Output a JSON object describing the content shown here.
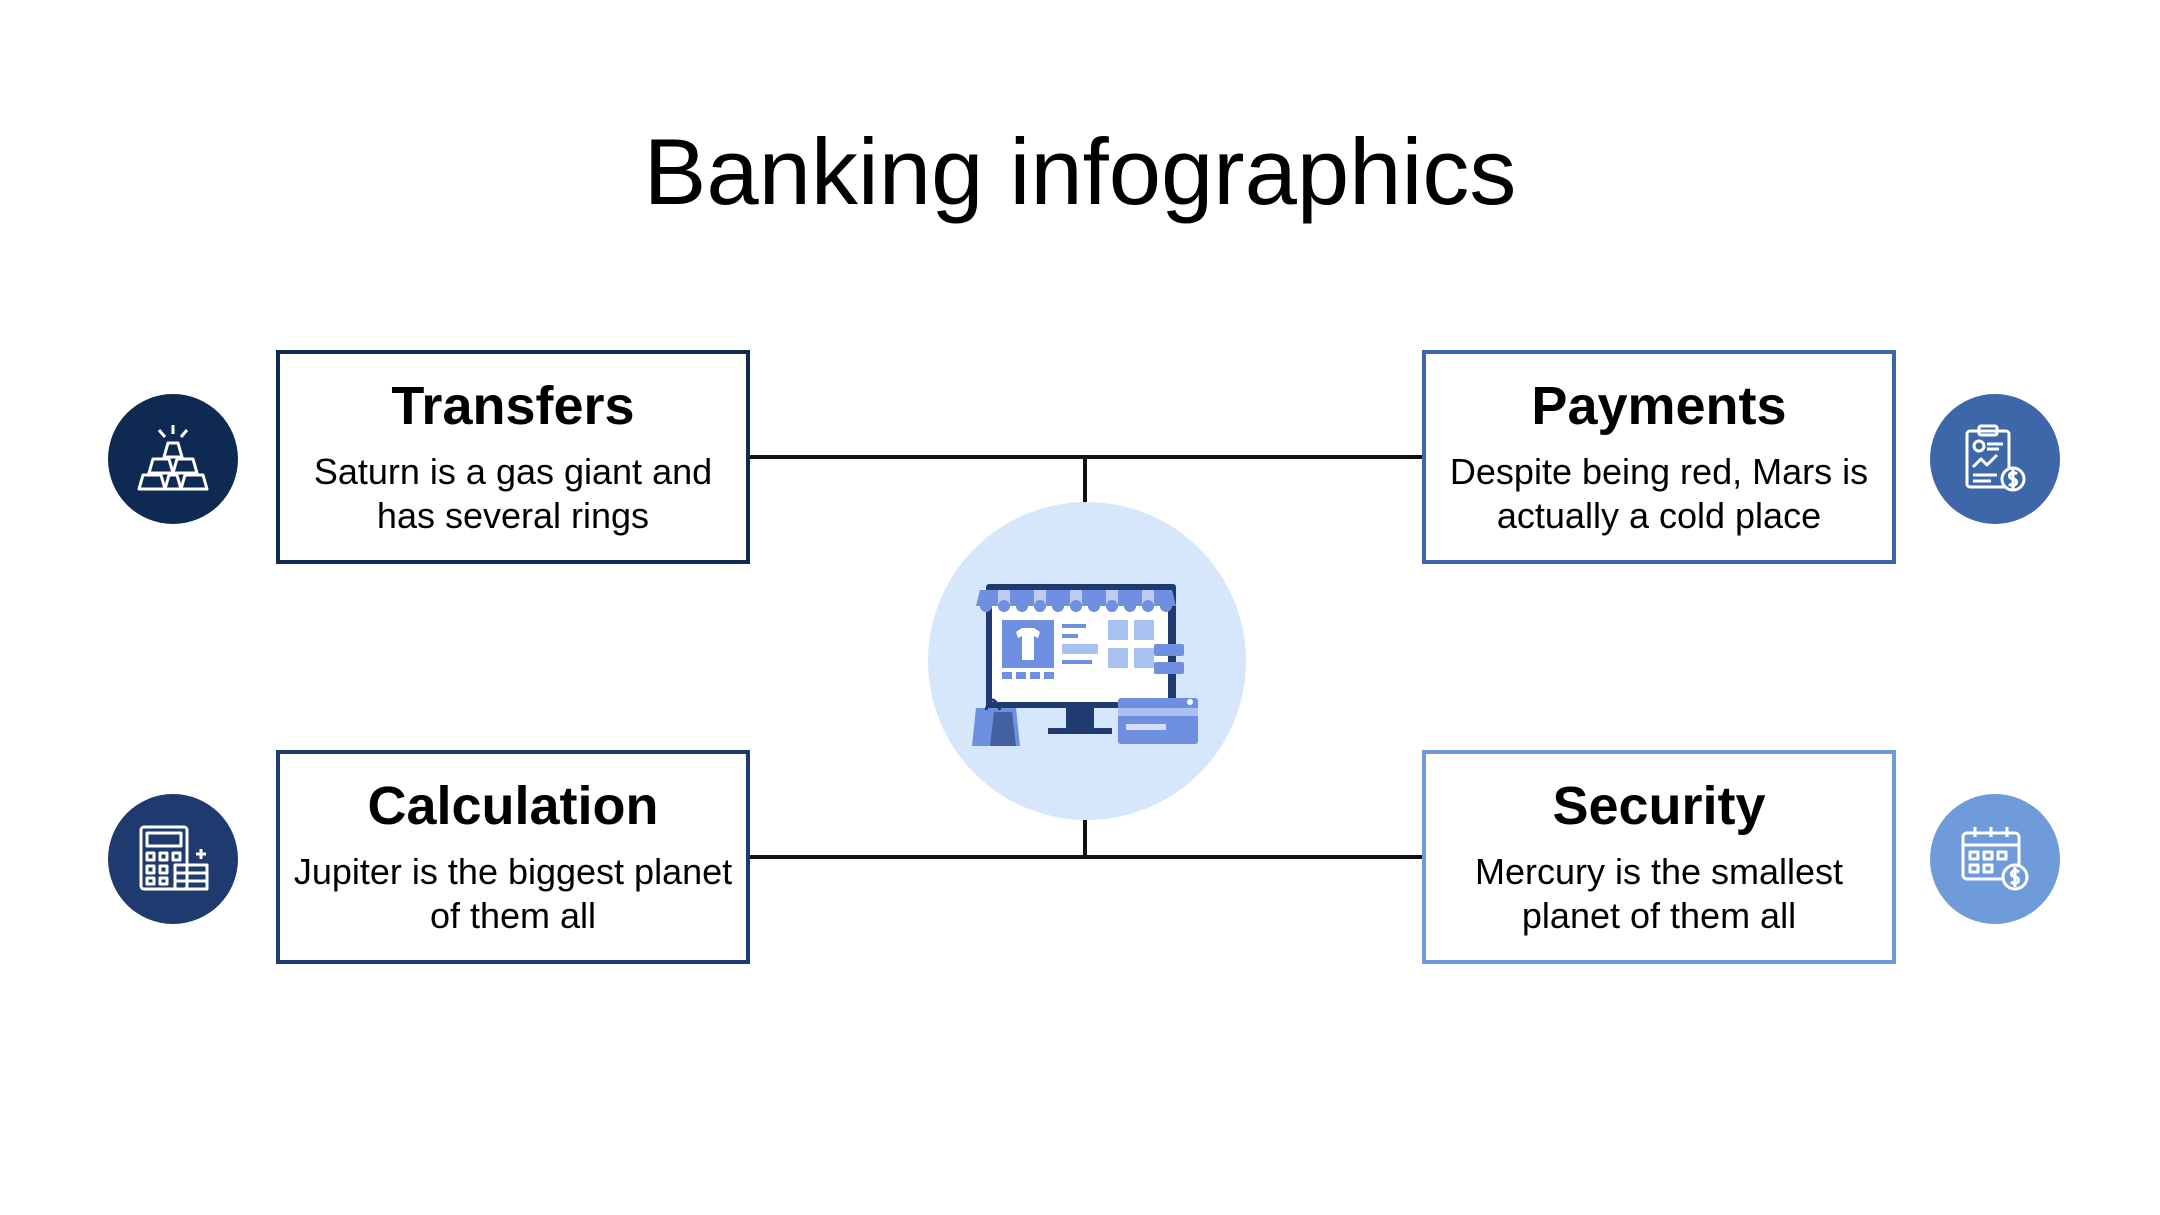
{
  "title": "Banking infographics",
  "colors": {
    "navy": "#0f2a52",
    "dark_blue": "#1f3a6e",
    "mid_blue": "#3d67a8",
    "light_blue": "#6f9bdb",
    "center_bg": "#d6e6fb",
    "line": "#111111"
  },
  "items": [
    {
      "title": "Transfers",
      "description": "Saturn is a gas giant and has several rings",
      "icon": "gold-bars-icon",
      "color": "#0f2a52"
    },
    {
      "title": "Payments",
      "description": "Despite being red, Mars is actually a cold place",
      "icon": "document-dollar-icon",
      "color": "#3d67a8"
    },
    {
      "title": "Calculation",
      "description": "Jupiter is the biggest planet of them all",
      "icon": "calculator-icon",
      "color": "#1f3a6e"
    },
    {
      "title": "Security",
      "description": "Mercury is the smallest planet of them all",
      "icon": "calendar-dollar-icon",
      "color": "#6f9bdb"
    }
  ],
  "center_icon": "online-store-icon"
}
